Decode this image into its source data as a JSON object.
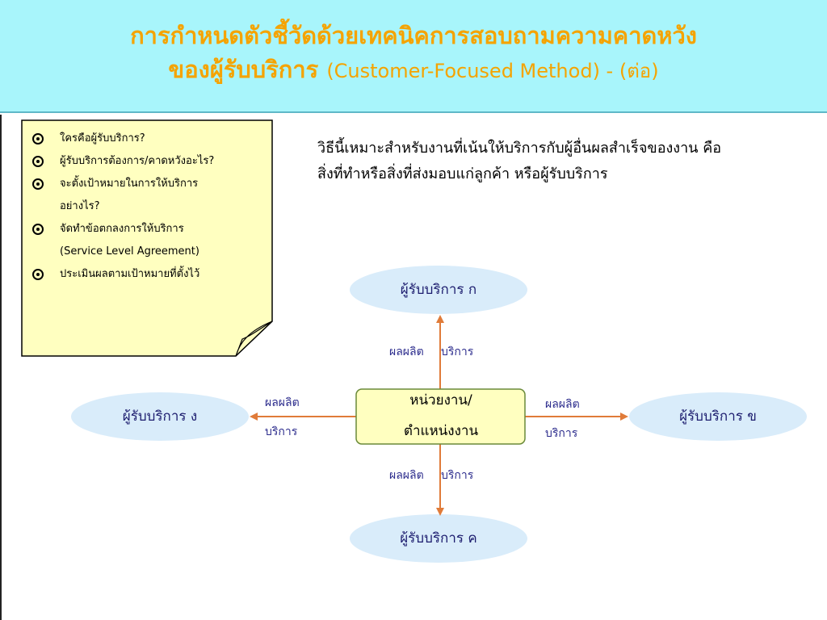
{
  "header": {
    "title_line1": "การกำหนดตัวชี้วัดด้วยเทคนิคการสอบถามความคาดหวัง",
    "title_line2_thai": "ของผู้รับบริการ",
    "title_line2_en": "(Customer-Focused Method) - (ต่อ)"
  },
  "note": {
    "items": [
      "ใครคือผู้รับบริการ?",
      "ผู้รับบริการต้องการ/คาดหวังอะไร?",
      "จะตั้งเป้าหมายในการให้บริการ",
      "อย่างไร?",
      "จัดทำข้อตกลงการให้บริการ",
      "(Service Level Agreement)",
      "ประเมินผลตามเป้าหมายที่ตั้งไว้"
    ]
  },
  "intro": {
    "line1": "วิธีนี้เหมาะสำหรับงานที่เน้นให้บริการกับผู้อื่นผลสำเร็จของงาน คือ",
    "line2": "สิ่งที่ทำหรือสิ่งที่ส่งมอบแก่ลูกค้า หรือผู้รับบริการ"
  },
  "diagram": {
    "center_line1": "หน่วยงาน/",
    "center_line2": "ตำแหน่งงาน",
    "recipient_top": "ผู้รับบริการ ก",
    "recipient_right": "ผู้รับบริการ ข",
    "recipient_bottom": "ผู้รับบริการ ค",
    "recipient_left": "ผู้รับบริการ ง",
    "label_output": "ผลผลิต",
    "label_service": "บริการ"
  },
  "colors": {
    "header_bg": "#a8f5fb",
    "title": "#f5a300",
    "note_bg": "#ffffc0",
    "ellipse": "#d9ecfa",
    "center_box": "#ffffc0",
    "arrow": "#e07b39"
  }
}
